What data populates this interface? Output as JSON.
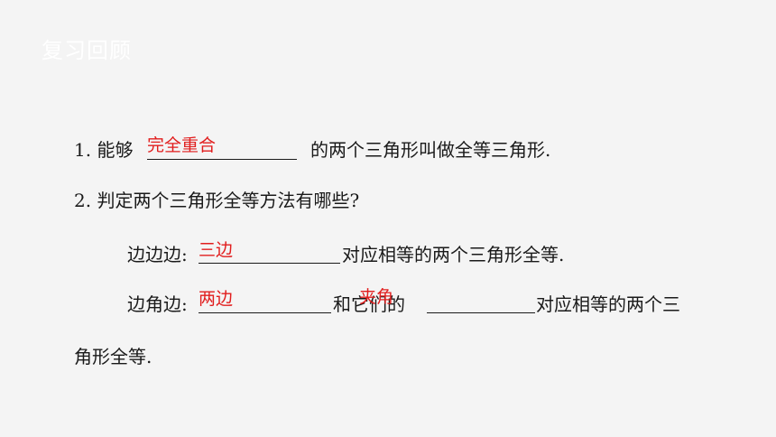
{
  "slide": {
    "title": "复习回顾",
    "accent_color": "#e11d1d",
    "q1": {
      "prefix": "1. 能够",
      "answer": "完全重合",
      "suffix": "的两个三角形叫做全等三角形."
    },
    "q2": {
      "text": "2. 判定两个三角形全等方法有哪些?"
    },
    "sss": {
      "prefix": "边边边:",
      "answer": "三边",
      "suffix": "对应相等的两个三角形全等."
    },
    "sas": {
      "prefix": "边角边:",
      "answer1": "两边",
      "middle": "和它们的",
      "answer2": "夹角",
      "suffix": "对应相等的两个三",
      "continuation": "角形全等."
    }
  }
}
